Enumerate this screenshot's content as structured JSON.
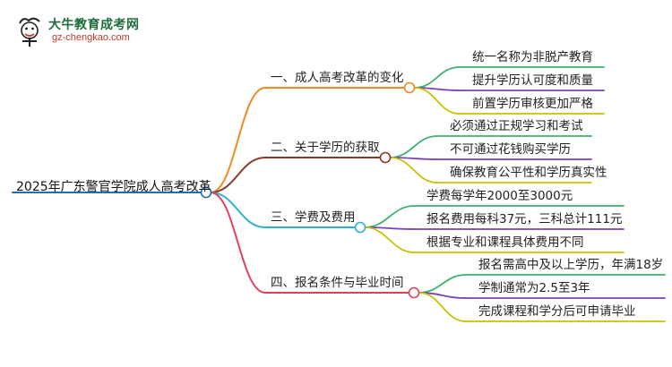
{
  "logo": {
    "title": "大牛教育成考网",
    "url": "gz-chengkao.com",
    "icon": "bull-mascot-icon"
  },
  "root": {
    "label": "2025年广东警官学院成人高考改革"
  },
  "colors": {
    "root": "#1f6fa8",
    "branch1": "#f08a1c",
    "branch2": "#8b3a2a",
    "branch3": "#29b3cf",
    "branch4": "#e2405a",
    "leaf1": "#3cb371",
    "leaf2": "#7b3fb8",
    "leaf3": "#c8c200",
    "leaf4": "#2b62c4"
  },
  "branches": [
    {
      "label": "一、成人高考改革的变化",
      "children": [
        "统一名称为非脱产教育",
        "提升学历认可度和质量",
        "前置学历审核更加严格"
      ]
    },
    {
      "label": "二、关于学历的获取",
      "children": [
        "必须通过正规学习和考试",
        "不可通过花钱购买学历",
        "确保教育公平性和学历真实性"
      ]
    },
    {
      "label": "三、学费及费用",
      "children": [
        "学费每学年2000至3000元",
        "报名费用每科37元，三科总计111元",
        "根据专业和课程具体费用不同"
      ]
    },
    {
      "label": "四、报名条件与毕业时间",
      "children": [
        "报名需高中及以上学历，年满18岁",
        "学制通常为2.5至3年",
        "完成课程和学分后可申请毕业"
      ]
    }
  ]
}
